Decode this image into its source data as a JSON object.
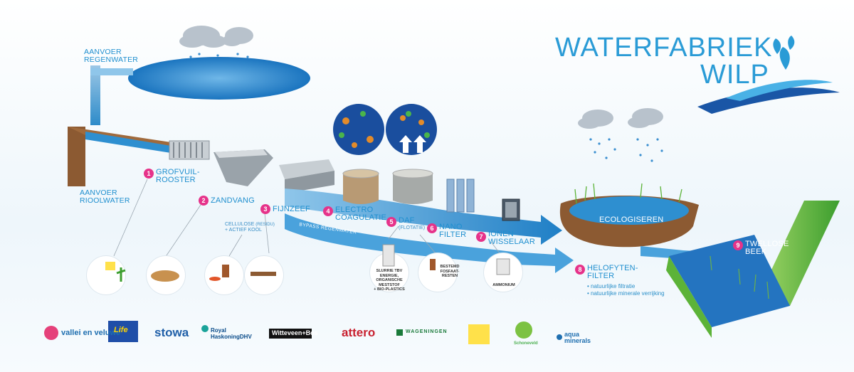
{
  "title": {
    "line1": "WATERFABRIEK",
    "line2": "WILP"
  },
  "inputs": {
    "rainwater": [
      "AANVOER",
      "REGENWATER"
    ],
    "sewage": [
      "AANVOER",
      "RIOOLWATER"
    ]
  },
  "steps": [
    {
      "num": "1",
      "lines": [
        "GROFVUIL-",
        "ROOSTER"
      ]
    },
    {
      "num": "2",
      "lines": [
        "ZANDVANG"
      ]
    },
    {
      "num": "3",
      "lines": [
        "FIJNZEEF"
      ]
    },
    {
      "num": "4",
      "lines": [
        "ELECTRO",
        "COAGULATIE"
      ]
    },
    {
      "num": "5",
      "lines": [
        "DAF"
      ],
      "sub": "(FLOTATIE)"
    },
    {
      "num": "6",
      "lines": [
        "NANO",
        "FILTER"
      ]
    },
    {
      "num": "7",
      "lines": [
        "IONEN-",
        "WISSELAAR"
      ]
    },
    {
      "num": "8",
      "lines": [
        "HELOFYTEN-",
        "FILTER"
      ],
      "bullets": [
        "• natuurlijke filtratie",
        "• natuurlijke minerale verrijking"
      ]
    },
    {
      "num": "9",
      "lines": [
        "TWELLOSE",
        "BEEK"
      ]
    }
  ],
  "notes": {
    "cellulose": [
      "CELLULOSE",
      "+ ACTIEF KOOL"
    ],
    "cellulose_sub": "(RESIDU)",
    "bypass": "BYPASS REGENWATER",
    "ecologiseren": "ECOLOGISEREN"
  },
  "products": {
    "slurry": [
      "SLURRIE  TBV ENERGIE,",
      "ORGANISCHE MESTSTOF",
      "+ BIO-PLASTICS"
    ],
    "phosphate": [
      "BESTEMD",
      "FOSFAAT-",
      "RESTEN"
    ],
    "ammonium": "AMMONIUM"
  },
  "logos": [
    {
      "text": "vallei en veluwe",
      "color": "#1f6fb0"
    },
    {
      "text": "Life",
      "color": "#ffd400"
    },
    {
      "text": "stowa",
      "color": "#1f5fa8"
    },
    {
      "text": "Royal HaskoningDHV",
      "color": "#0a4c8a"
    },
    {
      "text": "Witteveen+Bos",
      "color": "#111111"
    },
    {
      "text": "attero",
      "color": "#c8202f"
    },
    {
      "text": "WAGENINGEN",
      "color": "#1a7a3a"
    },
    {
      "text": "Schoneveld",
      "color": "#4caf50"
    },
    {
      "text": "aqua minerals",
      "color": "#1f6fb0"
    }
  ],
  "colors": {
    "accent": "#1f8fcf",
    "badge": "#e6338a",
    "water": "#2e8fd0",
    "grass": "#5cb338"
  }
}
